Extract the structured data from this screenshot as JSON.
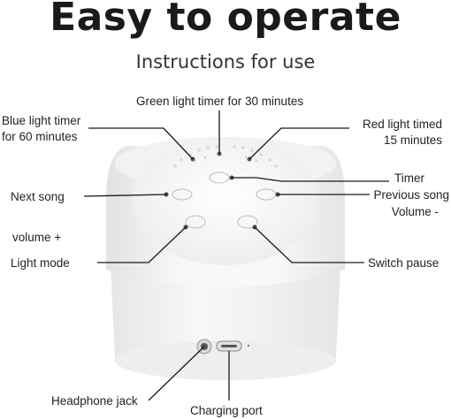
{
  "title": "Easy to operate",
  "subtitle": "Instructions for use",
  "labels": {
    "green_timer": "Green light timer for 30 minutes",
    "blue_timer_1": "Blue light timer",
    "blue_timer_2": "for 60 minutes",
    "red_timed_1": "Red light timed",
    "red_timed_2": "15 minutes",
    "timer": "Timer",
    "next_song": "Next song",
    "previous_song": "Previous song",
    "volume_minus": "Volume -",
    "volume_plus": "volume +",
    "light_mode": "Light mode",
    "switch_pause": "Switch pause",
    "headphone_jack": "Headphone jack",
    "charging_port": "Charging port"
  },
  "colors": {
    "device_body": "#f4f4f4",
    "device_top": "#fbfbfb",
    "leader_line": "#1a1a1a"
  },
  "icons": [
    "timer-button-icon",
    "next-song-button-icon",
    "previous-song-button-icon",
    "light-mode-button-icon",
    "switch-pause-button-icon",
    "headphone-jack-icon",
    "charging-port-icon"
  ]
}
